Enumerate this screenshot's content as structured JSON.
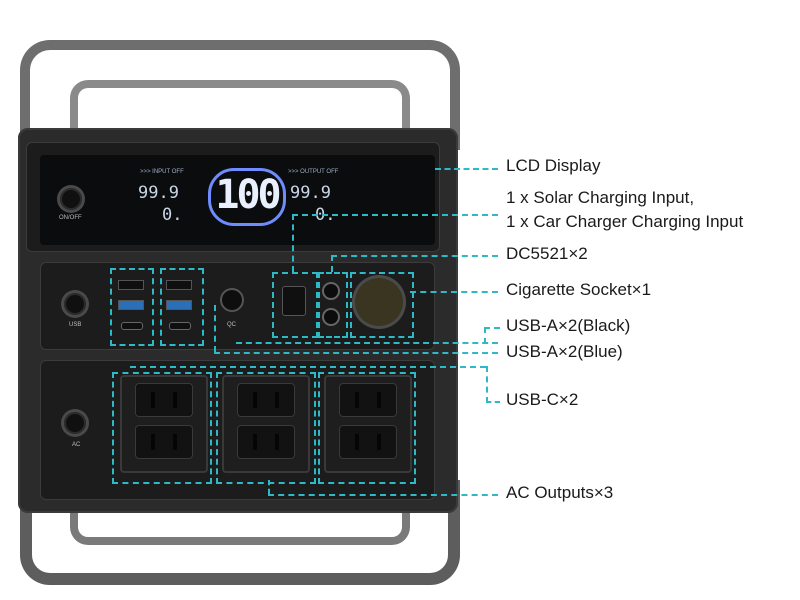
{
  "device": {
    "lcd": {
      "input_label": ">>> INPUT OFF",
      "output_label": ">>> OUTPUT OFF",
      "battery_percent": "100",
      "input_value": "99.9",
      "input_value2": "0.",
      "output_value": "99.9",
      "output_value2": "0."
    },
    "buttons": {
      "onoff": "ON/OFF",
      "usb": "USB",
      "ac": "AC",
      "qc": "QC"
    }
  },
  "labels": {
    "lcd_display": "LCD Display",
    "solar_line1": "1 x Solar Charging Input,",
    "solar_line2": "1 x Car Charger Charging Input",
    "dc5521": "DC5521×2",
    "cigarette": "Cigarette Socket×1",
    "usba_black": "USB-A×2(Black)",
    "usba_blue": "USB-A×2(Blue)",
    "usbc": "USB-C×2",
    "ac_outputs": "AC Outputs×3"
  },
  "colors": {
    "callout": "#2fb9c6",
    "lcd_ring": "#6f8cff",
    "usb_blue": "#2a6fb8"
  }
}
